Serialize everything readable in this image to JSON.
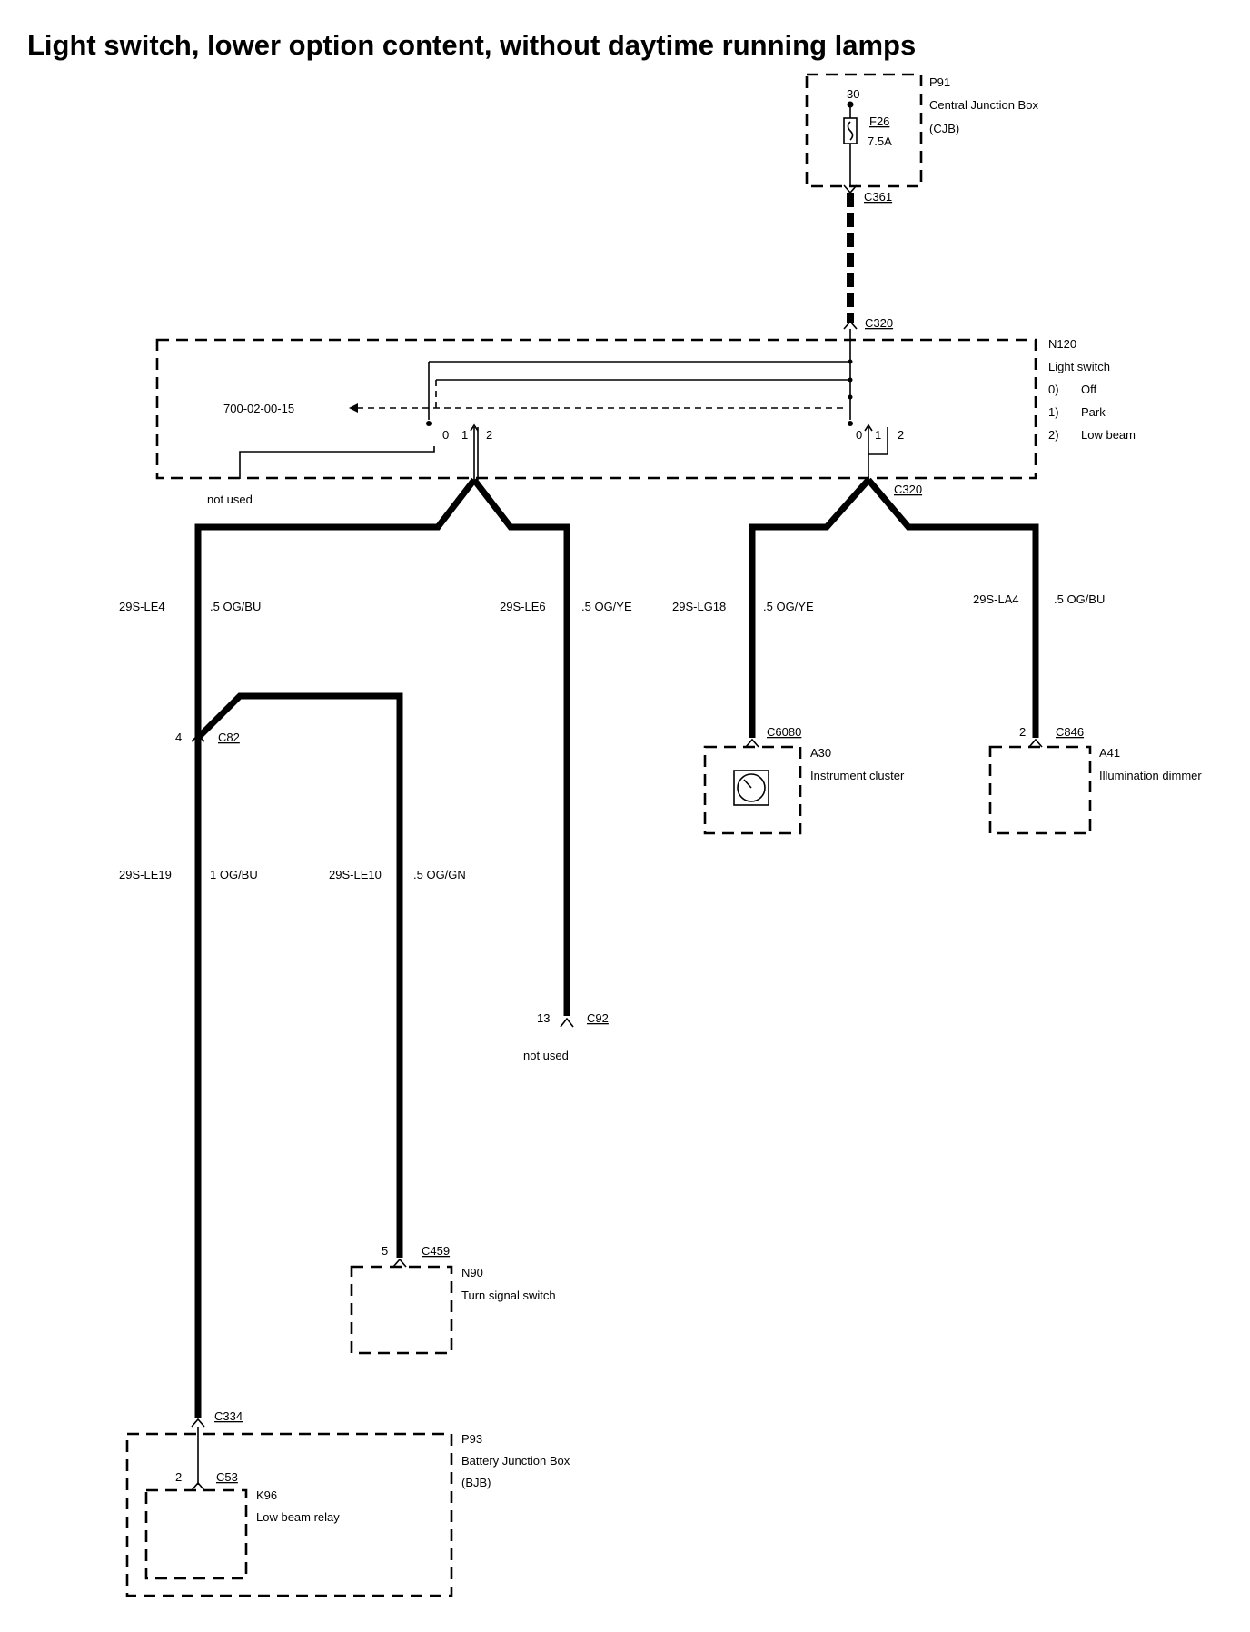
{
  "title": "Light switch, lower option content, without daytime running lamps",
  "cjb": {
    "id": "P91",
    "name": "Central Junction Box",
    "abbr": "(CJB)",
    "pin": "30",
    "fuse": "F26",
    "fuse_rating": "7.5A",
    "connector": "C361"
  },
  "light_switch": {
    "connector_top": "C320",
    "connector_bottom": "C320",
    "id": "N120",
    "name": "Light switch",
    "positions": [
      {
        "num": "0)",
        "label": "Off"
      },
      {
        "num": "1)",
        "label": "Park"
      },
      {
        "num": "2)",
        "label": "Low beam"
      }
    ],
    "ref": "700-02-00-15",
    "contact_left": [
      "0",
      "1",
      "2"
    ],
    "contact_right": [
      "0",
      "1",
      "2"
    ],
    "not_used": "not used"
  },
  "wires": [
    {
      "circuit": "29S-LE4",
      "spec": ".5 OG/BU"
    },
    {
      "circuit": "29S-LE6",
      "spec": ".5 OG/YE"
    },
    {
      "circuit": "29S-LG18",
      "spec": ".5 OG/YE"
    },
    {
      "circuit": "29S-LA4",
      "spec": ".5 OG/BU"
    },
    {
      "circuit": "29S-LE19",
      "spec": "1 OG/BU"
    },
    {
      "circuit": "29S-LE10",
      "spec": ".5 OG/GN"
    }
  ],
  "c82_splice": {
    "pin": "4",
    "connector": "C82"
  },
  "c92": {
    "pin": "13",
    "connector": "C92",
    "note": "not used"
  },
  "a30": {
    "connector": "C6080",
    "id": "A30",
    "name": "Instrument cluster"
  },
  "a41": {
    "pin": "2",
    "connector": "C846",
    "id": "A41",
    "name": "Illumination dimmer"
  },
  "n90": {
    "pin": "5",
    "connector": "C459",
    "id": "N90",
    "name": "Turn signal switch"
  },
  "bjb": {
    "connector": "C334",
    "id": "P93",
    "name": "Battery Junction Box",
    "abbr": "(BJB)",
    "relay_pin": "2",
    "relay_connector": "C53",
    "relay_id": "K96",
    "relay_name": "Low beam relay"
  }
}
